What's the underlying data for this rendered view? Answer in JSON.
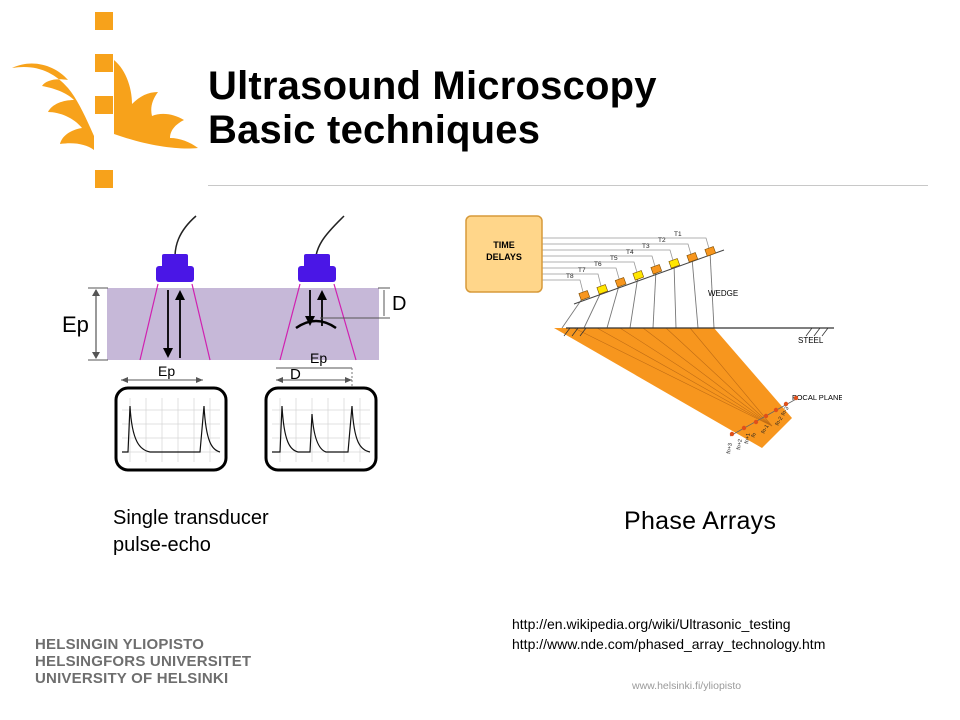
{
  "slide": {
    "title_line1": "Ultrasound Microscopy",
    "title_line2": "Basic techniques"
  },
  "figure_pulse_echo": {
    "label_ep_left": "Ep",
    "label_d_right": "D",
    "label_ep_screen1": "Ep",
    "label_ep_screen2": "Ep",
    "label_d_screen2": "D",
    "colors": {
      "transducer": "#4a16e6",
      "specimen": "#c6b8d8",
      "beam": "#d020b0"
    }
  },
  "figure_phased_array": {
    "time_delays_line1": "TIME",
    "time_delays_line2": "DELAYS",
    "channel_labels": [
      "T1",
      "T2",
      "T3",
      "T4",
      "T5",
      "T6",
      "T7",
      "T8"
    ],
    "wedge_label": "WEDGE",
    "steel_label": "STEEL",
    "focal_plane_label": "FOCAL PLANE",
    "focal_point_labels": [
      "fn-3",
      "fn-2",
      "fn-1",
      "fn",
      "fn+1",
      "fn+2",
      "fn+3"
    ],
    "colors": {
      "beam": "#f7961e",
      "delay_box": "#ffd68a",
      "elements_a": "#f7961e",
      "elements_b": "#ffe600"
    }
  },
  "captions": {
    "single_line1": "Single transducer",
    "single_line2": "pulse-echo",
    "phase": "Phase Arrays"
  },
  "references": {
    "link1": "http://en.wikipedia.org/wiki/Ultrasonic_testing",
    "link2": "http://www.nde.com/phased_array_technology.htm"
  },
  "university": {
    "line1": "HELSINGIN YLIOPISTO",
    "line2": "HELSINGFORS UNIVERSITET",
    "line3": "UNIVERSITY OF HELSINKI"
  },
  "footer": {
    "website": "www.helsinki.fi/yliopisto"
  },
  "brand": {
    "logo_color": "#f7a21b",
    "rule_color": "#c8c8c8"
  }
}
